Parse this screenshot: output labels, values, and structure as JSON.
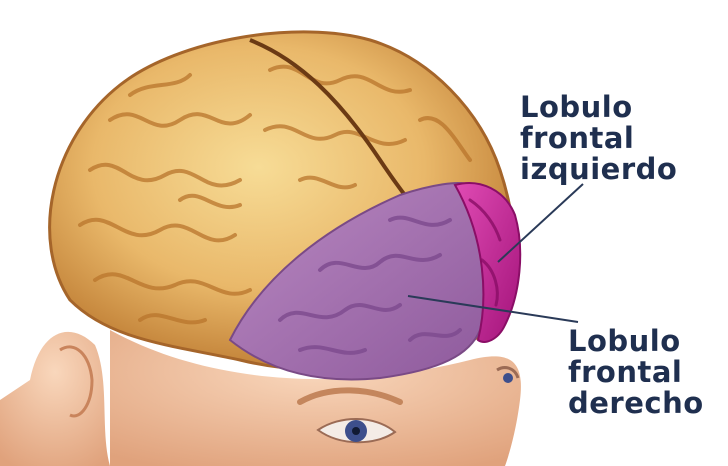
{
  "labels": {
    "left_lobe": [
      "Lobulo",
      "frontal",
      "izquierdo"
    ],
    "right_lobe": [
      "Lobulo",
      "frontal",
      "derecho"
    ]
  },
  "colors": {
    "brain": "#e9b86a",
    "brain_shadow": "#b9752c",
    "skin": "#f3c3a0",
    "right_frontal_lobe": "#a86fb2",
    "left_frontal_lobe": "#c8239a",
    "label_text": "#1f2f4f",
    "iris": "#3d4f8c"
  },
  "icons": [
    "brain-illustration",
    "head-illustration"
  ]
}
